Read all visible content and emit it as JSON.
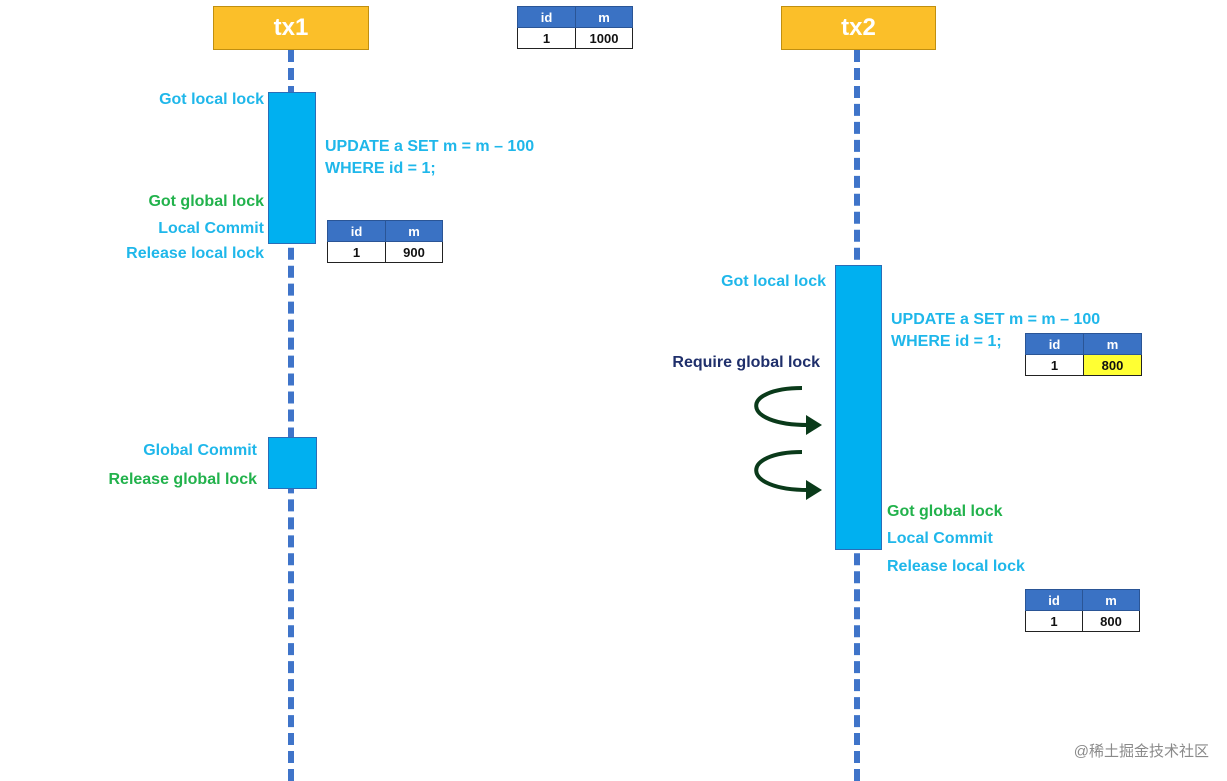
{
  "tx1": {
    "title": "tx1",
    "labels": {
      "got_local_lock": "Got local lock",
      "got_global_lock": "Got global lock",
      "local_commit": "Local Commit",
      "release_local_lock": "Release local lock",
      "global_commit": "Global Commit",
      "release_global_lock": "Release global lock"
    },
    "sql_line1": "UPDATE a SET m = m – 100",
    "sql_line2": "WHERE id = 1;"
  },
  "tx2": {
    "title": "tx2",
    "labels": {
      "got_local_lock": "Got local lock",
      "require_global_lock": "Require global lock",
      "got_global_lock": "Got global lock",
      "local_commit": "Local Commit",
      "release_local_lock": "Release local lock"
    },
    "sql_line1": "UPDATE a SET m = m – 100",
    "sql_line2": "WHERE id = 1;"
  },
  "tables": {
    "initial": {
      "headers": [
        "id",
        "m"
      ],
      "row": [
        "1",
        "1000"
      ]
    },
    "after_tx1": {
      "headers": [
        "id",
        "m"
      ],
      "row": [
        "1",
        "900"
      ]
    },
    "tx2_pending": {
      "headers": [
        "id",
        "m"
      ],
      "row": [
        "1",
        "800"
      ]
    },
    "after_tx2": {
      "headers": [
        "id",
        "m"
      ],
      "row": [
        "1",
        "800"
      ]
    }
  },
  "colors": {
    "tx_header": "#fbbf29",
    "lifeline": "#3f74c9",
    "activation_bar": "#00b0f0",
    "label_cyan": "#1fb7ea",
    "label_green": "#22b24c",
    "label_navy": "#1f2f6b",
    "table_header": "#3a72c4",
    "highlight": "#ffff33",
    "retry_arrow": "#0a3a1a"
  },
  "icons": {
    "retry": "curved-arrow-icon"
  },
  "watermark": "@稀土掘金技术社区"
}
